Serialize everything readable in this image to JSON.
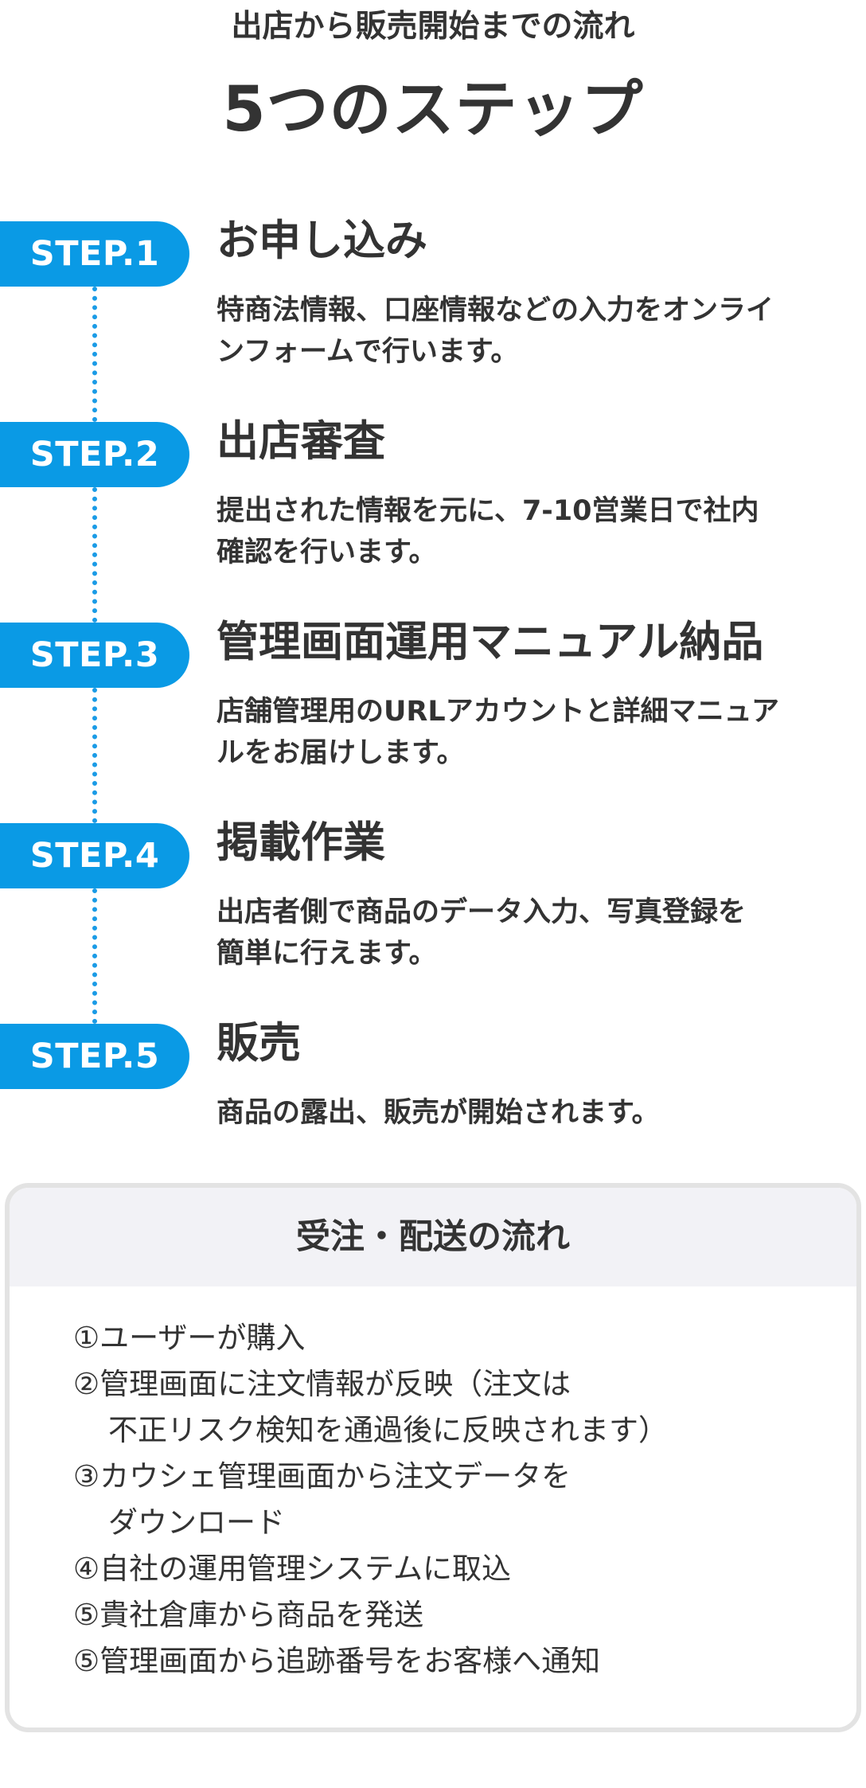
{
  "header": {
    "subtitle": "出店から販売開始までの流れ",
    "title": "5つのステップ"
  },
  "steps": [
    {
      "badge": "STEP.1",
      "title": "お申し込み",
      "desc_lines": [
        "特商法情報、口座情報などの入力をオンライ",
        "ンフォームで行います。"
      ]
    },
    {
      "badge": "STEP.2",
      "title": "出店審査",
      "desc_lines": [
        "提出された情報を元に、7-10営業日で社内",
        "確認を行います。"
      ]
    },
    {
      "badge": "STEP.3",
      "title": "管理画面運用マニュアル納品",
      "desc_lines": [
        "店舗管理用のURLアカウントと詳細マニュア",
        "ルをお届けします。"
      ]
    },
    {
      "badge": "STEP.4",
      "title": "掲載作業",
      "desc_lines": [
        "出店者側で商品のデータ入力、写真登録を",
        "簡単に行えます。"
      ]
    },
    {
      "badge": "STEP.5",
      "title": "販売",
      "desc_lines": [
        "商品の露出、販売が開始されます。"
      ]
    }
  ],
  "order_flow": {
    "heading": "受注・配送の流れ",
    "items": [
      {
        "lines": [
          "①ユーザーが購入"
        ]
      },
      {
        "lines": [
          "②管理画面に注文情報が反映（注文は",
          "不正リスク検知を通過後に反映されます）"
        ]
      },
      {
        "lines": [
          "③カウシェ管理画面から注文データを",
          "ダウンロード"
        ]
      },
      {
        "lines": [
          "④自社の運用管理システムに取込"
        ]
      },
      {
        "lines": [
          "⑤貴社倉庫から商品を発送"
        ]
      },
      {
        "lines": [
          "⑤管理画面から追跡番号をお客様へ通知"
        ]
      }
    ]
  },
  "colors": {
    "accent": "#0a9ae5",
    "text": "#333333",
    "box_border": "#e3e3e3",
    "box_header": "#f2f2f6"
  }
}
